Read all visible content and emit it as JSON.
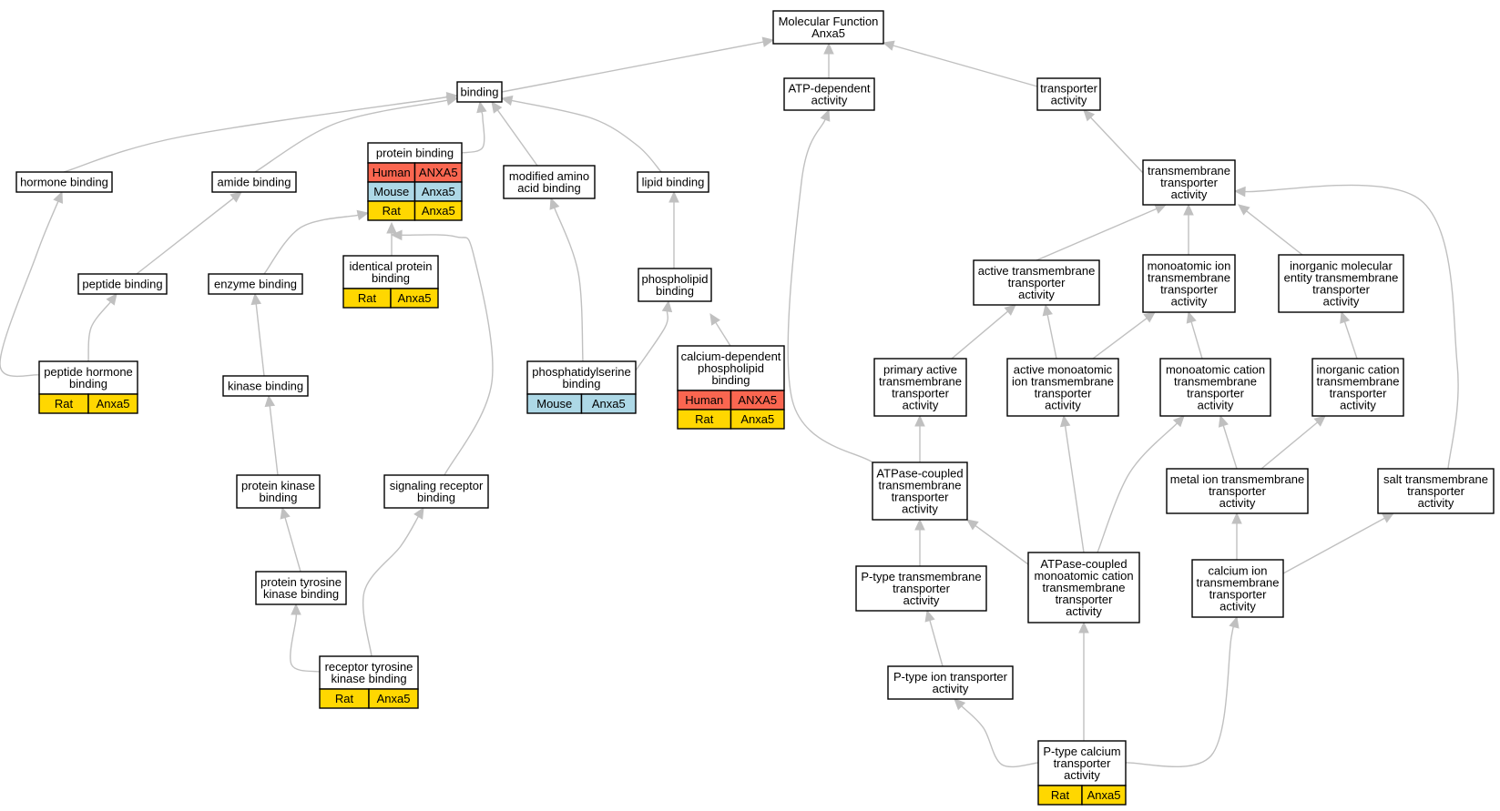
{
  "colors": {
    "Human": "#fa6650",
    "Mouse": "#add8e6",
    "Rat": "#ffd700",
    "edge": "#c0c0c0",
    "border": "#000000"
  },
  "nodes": {
    "mf": {
      "lines": [
        "Molecular Function",
        "Anxa5"
      ],
      "species": []
    },
    "binding": {
      "lines": [
        "binding"
      ],
      "species": []
    },
    "atpdep": {
      "lines": [
        "ATP-dependent",
        "activity"
      ],
      "species": []
    },
    "transporter": {
      "lines": [
        "transporter",
        "activity"
      ],
      "species": []
    },
    "hormone": {
      "lines": [
        "hormone binding"
      ],
      "species": []
    },
    "amide": {
      "lines": [
        "amide binding"
      ],
      "species": []
    },
    "protein": {
      "lines": [
        "protein binding"
      ],
      "species": [
        [
          "Human",
          "ANXA5"
        ],
        [
          "Mouse",
          "Anxa5"
        ],
        [
          "Rat",
          "Anxa5"
        ]
      ]
    },
    "modamino": {
      "lines": [
        "modified amino",
        "acid binding"
      ],
      "species": []
    },
    "lipid": {
      "lines": [
        "lipid binding"
      ],
      "species": []
    },
    "tmtrans": {
      "lines": [
        "transmembrane",
        "transporter",
        "activity"
      ],
      "species": []
    },
    "peptide": {
      "lines": [
        "peptide binding"
      ],
      "species": []
    },
    "enzyme": {
      "lines": [
        "enzyme binding"
      ],
      "species": []
    },
    "identical": {
      "lines": [
        "identical protein",
        "binding"
      ],
      "species": [
        [
          "Rat",
          "Anxa5"
        ]
      ]
    },
    "phospholipid": {
      "lines": [
        "phospholipid",
        "binding"
      ],
      "species": []
    },
    "activetm": {
      "lines": [
        "active transmembrane",
        "transporter",
        "activity"
      ],
      "species": []
    },
    "monoion": {
      "lines": [
        "monoatomic ion",
        "transmembrane",
        "transporter",
        "activity"
      ],
      "species": []
    },
    "inorgmol": {
      "lines": [
        "inorganic molecular",
        "entity transmembrane",
        "transporter",
        "activity"
      ],
      "species": []
    },
    "peptidehormone": {
      "lines": [
        "peptide hormone",
        "binding"
      ],
      "species": [
        [
          "Rat",
          "Anxa5"
        ]
      ]
    },
    "kinase": {
      "lines": [
        "kinase binding"
      ],
      "species": []
    },
    "phosphatidylserine": {
      "lines": [
        "phosphatidylserine",
        "binding"
      ],
      "species": [
        [
          "Mouse",
          "Anxa5"
        ]
      ]
    },
    "calciumdep": {
      "lines": [
        "calcium-dependent",
        "phospholipid",
        "binding"
      ],
      "species": [
        [
          "Human",
          "ANXA5"
        ],
        [
          "Rat",
          "Anxa5"
        ]
      ]
    },
    "primaryactive": {
      "lines": [
        "primary active",
        "transmembrane",
        "transporter",
        "activity"
      ],
      "species": []
    },
    "activemono": {
      "lines": [
        "active monoatomic",
        "ion transmembrane",
        "transporter",
        "activity"
      ],
      "species": []
    },
    "monocation": {
      "lines": [
        "monoatomic cation",
        "transmembrane",
        "transporter",
        "activity"
      ],
      "species": []
    },
    "inorgcation": {
      "lines": [
        "inorganic cation",
        "transmembrane",
        "transporter",
        "activity"
      ],
      "species": []
    },
    "proteinkinase": {
      "lines": [
        "protein kinase",
        "binding"
      ],
      "species": []
    },
    "signaling": {
      "lines": [
        "signaling receptor",
        "binding"
      ],
      "species": []
    },
    "atpcoupled": {
      "lines": [
        "ATPase-coupled",
        "transmembrane",
        "transporter",
        "activity"
      ],
      "species": []
    },
    "metalion": {
      "lines": [
        "metal ion transmembrane",
        "transporter",
        "activity"
      ],
      "species": []
    },
    "salt": {
      "lines": [
        "salt transmembrane",
        "transporter",
        "activity"
      ],
      "species": []
    },
    "ptyrosine": {
      "lines": [
        "protein tyrosine",
        "kinase binding"
      ],
      "species": []
    },
    "ptypetm": {
      "lines": [
        "P-type transmembrane",
        "transporter",
        "activity"
      ],
      "species": []
    },
    "atpcmono": {
      "lines": [
        "ATPase-coupled",
        "monoatomic cation",
        "transmembrane",
        "transporter",
        "activity"
      ],
      "species": []
    },
    "calciumion": {
      "lines": [
        "calcium ion",
        "transmembrane",
        "transporter",
        "activity"
      ],
      "species": []
    },
    "rtk": {
      "lines": [
        "receptor tyrosine",
        "kinase binding"
      ],
      "species": [
        [
          "Rat",
          "Anxa5"
        ]
      ]
    },
    "ptypeion": {
      "lines": [
        "P-type ion transporter",
        "activity"
      ],
      "species": []
    },
    "ptypecalcium": {
      "lines": [
        "P-type calcium",
        "transporter",
        "activity"
      ],
      "species": [
        [
          "Rat",
          "Anxa5"
        ]
      ]
    }
  }
}
